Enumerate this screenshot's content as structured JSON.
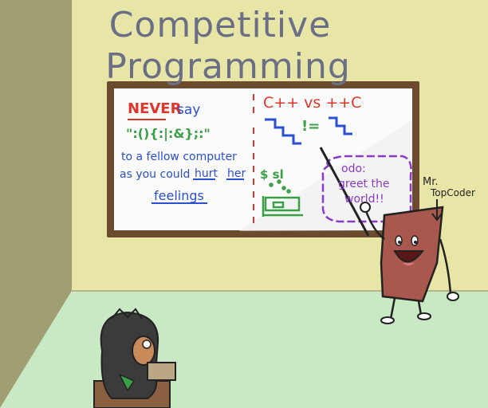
{
  "title": {
    "line1": "Competitive",
    "line2": "Programming"
  },
  "board": {
    "left": {
      "never": "NEVER",
      "say": "say",
      "code": "\":(){:|:&};:\"",
      "line3": "to a fellow computer",
      "line4_a": "as you could",
      "hurt": "hurt",
      "her": "her",
      "feelings": "feelings"
    },
    "right": {
      "cpp": "C++ vs ++C",
      "neq": "!=",
      "dollar": "$ sl",
      "todo_l1": "odo:",
      "todo_l2": "greet the",
      "todo_l3": "world!!"
    }
  },
  "teacher_label": {
    "line1": "Mr.",
    "line2": "TopCoder"
  },
  "colors": {
    "wall": "#e8e6a6",
    "left_wall": "#a8a87a",
    "floor": "#c8e6c0",
    "board_frame": "#6b4a2e",
    "title": "#6a6f86",
    "red": "#e2352a",
    "green": "#3aa047",
    "blue": "#2a4fd0",
    "purple": "#8a3bc4",
    "character": "#a9584e"
  }
}
